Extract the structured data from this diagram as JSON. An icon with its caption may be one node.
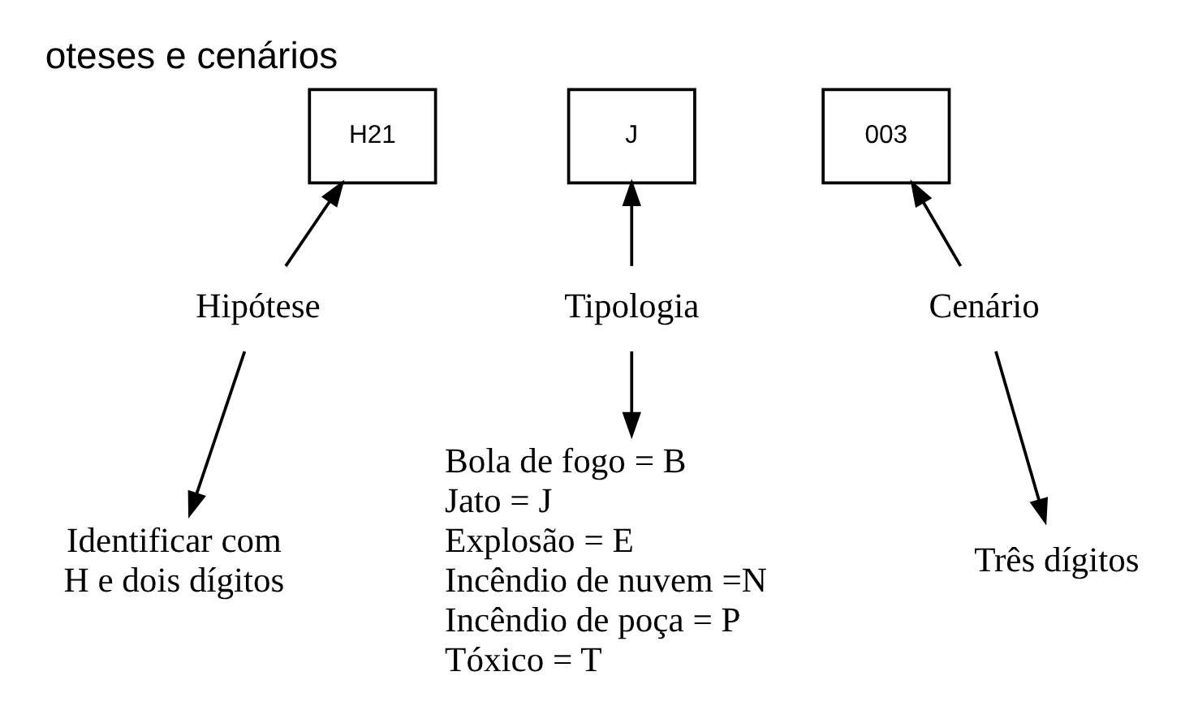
{
  "diagram": {
    "title": "oteses e cenários",
    "nodes": [
      {
        "text": [
          "H21"
        ]
      },
      {
        "text": [
          "J"
        ]
      },
      {
        "text": [
          "003"
        ]
      },
      {
        "text": [
          "Hipótese"
        ]
      },
      {
        "text": [
          "Tipologia"
        ]
      },
      {
        "text": [
          "Cenário"
        ]
      },
      {
        "text": [
          "Identificar com H e dois dígitos"
        ]
      },
      {
        "text": [
          "Bola de fogo = B",
          "Jato = J",
          "Explosão = E",
          "Incêndio de nuvem =N",
          "Incêndio de poça = P",
          "Tóxico = T"
        ]
      },
      {
        "text": [
          "Três dígitos"
        ]
      }
    ],
    "edges": [
      {
        "from": 3,
        "to": 0,
        "arrow": "to"
      },
      {
        "from": 4,
        "to": 1,
        "arrow": "to"
      },
      {
        "from": 5,
        "to": 2,
        "arrow": "to"
      },
      {
        "from": 3,
        "to": 6,
        "arrow": "to"
      },
      {
        "from": 4,
        "to": 7,
        "arrow": "to"
      },
      {
        "from": 5,
        "to": 8,
        "arrow": "to"
      }
    ]
  }
}
